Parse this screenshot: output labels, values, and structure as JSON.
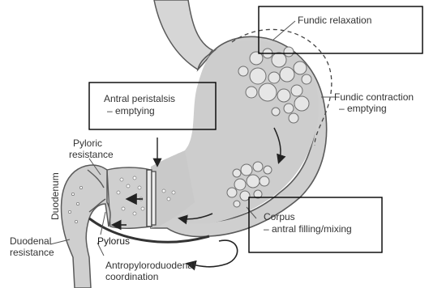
{
  "labels": {
    "fundic_relaxation": "Fundic relaxation",
    "fundic_contraction": "Fundic contraction",
    "fundic_contraction_sub": "– emptying",
    "antral_peristalsis": "Antral peristalsis",
    "antral_peristalsis_sub": "– emptying",
    "pyloric_resistance_1": "Pyloric",
    "pyloric_resistance_2": "resistance",
    "duodenum": "Duodenum",
    "duodenal_resistance_1": "Duodenal",
    "duodenal_resistance_2": "resistance",
    "pylorus": "Pylorus",
    "antropyloroduodenal_1": "Antropyloroduodenal",
    "antropyloroduodenal_2": "coordination",
    "corpus": "Corpus",
    "corpus_sub": "– antral filling/mixing"
  },
  "colors": {
    "stomach_fill": "#cfcfcf",
    "stomach_stroke": "#5a5a5a",
    "bubble_fill": "#e6e6e6",
    "text": "#333333"
  }
}
